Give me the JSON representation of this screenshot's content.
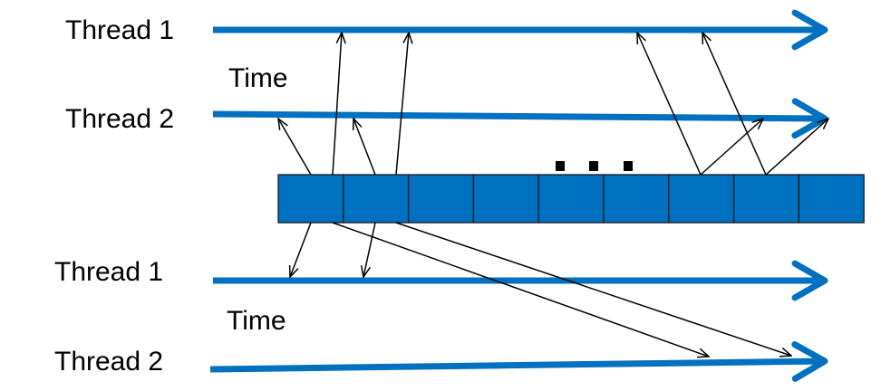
{
  "top": {
    "thread1_label": "Thread 1",
    "time_label": "Time",
    "thread2_label": "Thread 2"
  },
  "bottom": {
    "thread1_label": "Thread 1",
    "time_label": "Time",
    "thread2_label": "Thread 2"
  },
  "array": {
    "cell_count": 9
  },
  "colors": {
    "thread_line": "#0070C0",
    "cell_fill": "#0070C0",
    "cell_border": "#1a1a1a",
    "connector": "#000000"
  }
}
